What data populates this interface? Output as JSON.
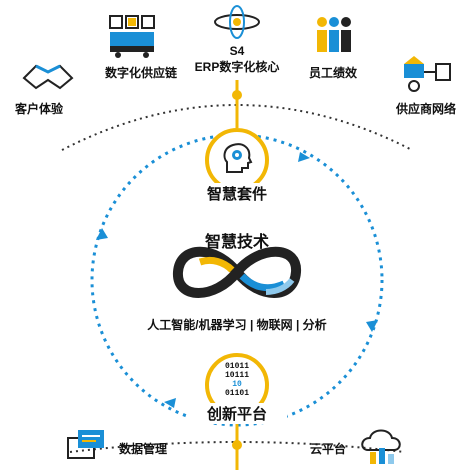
{
  "top_nodes": {
    "s4_line1": "S4",
    "s4_line2": "ERP数字化核心",
    "digital_supply_chain": "数字化供应链",
    "employee_performance": "员工绩效",
    "customer_experience": "客户体验",
    "supplier_network": "供应商网络"
  },
  "intelligent_suite": {
    "title": "智慧套件"
  },
  "intelligent_tech": {
    "title": "智慧技术",
    "subtitle": "人工智能/机器学习 | 物联网 | 分析"
  },
  "innovation_platform": {
    "title": "创新平台",
    "binary_text": [
      "01011",
      "10111",
      "10",
      "01101"
    ]
  },
  "bottom_nodes": {
    "data_management": "数据管理",
    "cloud_platform": "云平台"
  },
  "colors": {
    "accent_yellow": "#f2b705",
    "accent_blue": "#1a8fd6",
    "light_blue": "#8ec9ec",
    "dark": "#222222",
    "gray": "#555555"
  }
}
